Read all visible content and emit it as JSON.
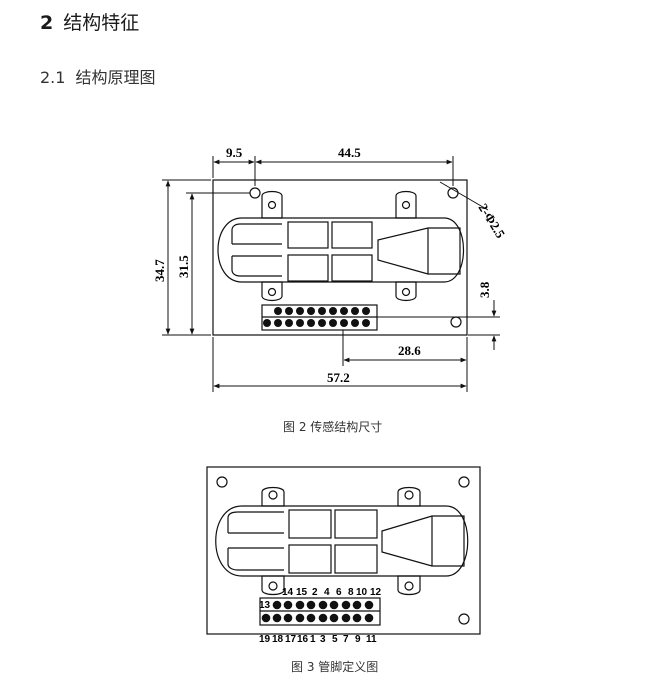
{
  "section": {
    "number": "2",
    "title": "结构特征"
  },
  "subsection": {
    "number": "2.1",
    "title": "结构原理图"
  },
  "figure2": {
    "caption": "图 2  传感结构尺寸",
    "dims": {
      "d95": "9.5",
      "d445": "44.5",
      "hole": "2-Φ2.5",
      "d347": "34.7",
      "d315": "31.5",
      "d38": "3.8",
      "d286": "28.6",
      "d572": "57.2"
    }
  },
  "figure3": {
    "caption": "图 3  管脚定义图",
    "pins_top": [
      "14",
      "15",
      "2",
      "4",
      "6",
      "8",
      "10",
      "12"
    ],
    "pin_left": "13",
    "pins_bottom": [
      "19",
      "18",
      "17",
      "16",
      "1",
      "3",
      "5",
      "7",
      "9",
      "11"
    ]
  }
}
